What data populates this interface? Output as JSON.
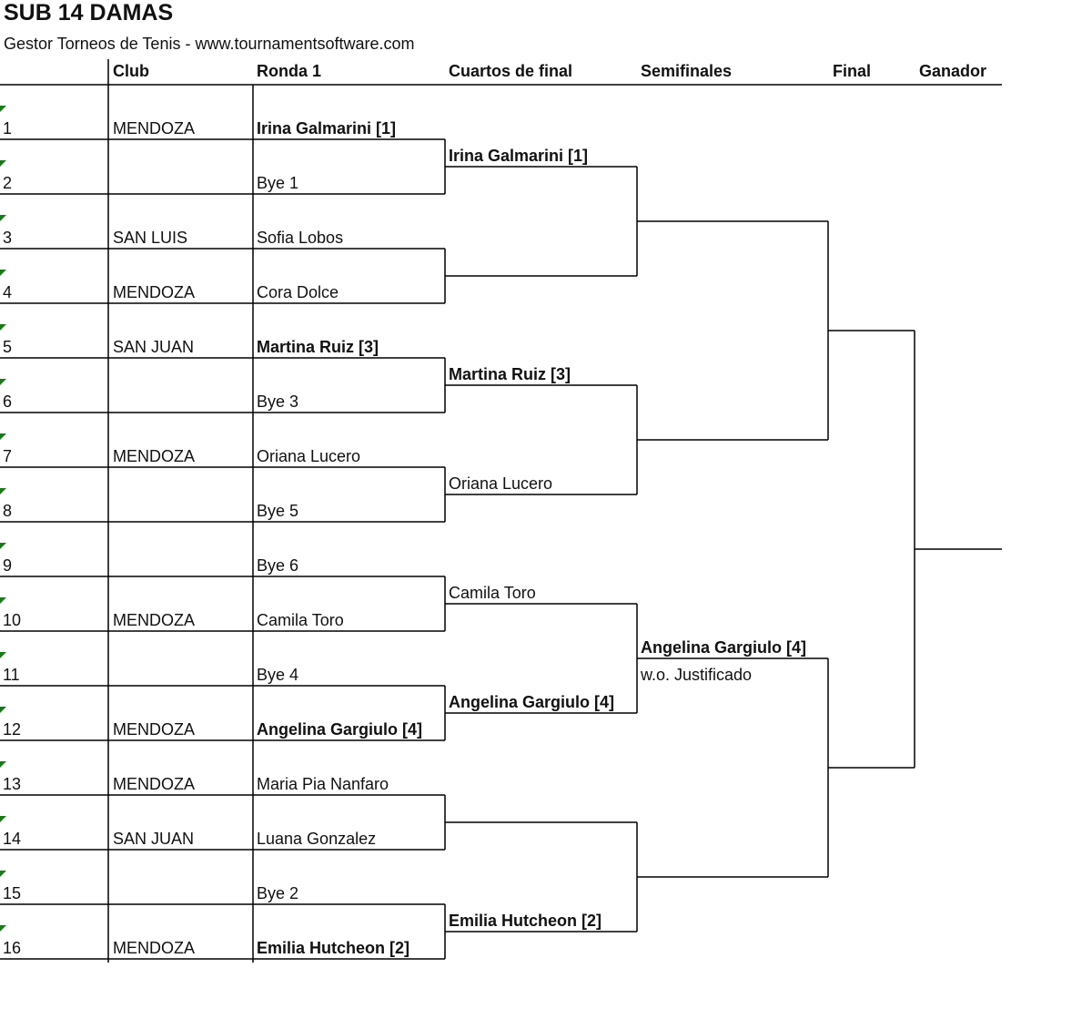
{
  "title": "SUB 14 DAMAS",
  "subtitle": "Gestor Torneos de Tenis - www.tournamentsoftware.com",
  "headers": {
    "club": "Club",
    "round1": "Ronda 1",
    "quarterfinals": "Cuartos de final",
    "semifinals": "Semifinales",
    "final": "Final",
    "winner": "Ganador"
  },
  "draw": [
    {
      "num": "1",
      "club": "MENDOZA",
      "player": "Irina Galmarini [1]",
      "bold": true
    },
    {
      "num": "2",
      "club": "",
      "player": "Bye 1",
      "bold": false
    },
    {
      "num": "3",
      "club": "SAN LUIS",
      "player": "Sofia Lobos",
      "bold": false
    },
    {
      "num": "4",
      "club": "MENDOZA",
      "player": "Cora Dolce",
      "bold": false
    },
    {
      "num": "5",
      "club": "SAN JUAN",
      "player": "Martina Ruiz [3]",
      "bold": true
    },
    {
      "num": "6",
      "club": "",
      "player": "Bye 3",
      "bold": false
    },
    {
      "num": "7",
      "club": "MENDOZA",
      "player": "Oriana Lucero",
      "bold": false
    },
    {
      "num": "8",
      "club": "",
      "player": "Bye 5",
      "bold": false
    },
    {
      "num": "9",
      "club": "",
      "player": "Bye 6",
      "bold": false
    },
    {
      "num": "10",
      "club": "MENDOZA",
      "player": "Camila Toro",
      "bold": false
    },
    {
      "num": "11",
      "club": "",
      "player": "Bye 4",
      "bold": false
    },
    {
      "num": "12",
      "club": "MENDOZA",
      "player": "Angelina Gargiulo [4]",
      "bold": true
    },
    {
      "num": "13",
      "club": "MENDOZA",
      "player": "Maria Pia Nanfaro",
      "bold": false
    },
    {
      "num": "14",
      "club": "SAN JUAN",
      "player": "Luana Gonzalez",
      "bold": false
    },
    {
      "num": "15",
      "club": "",
      "player": "Bye 2",
      "bold": false
    },
    {
      "num": "16",
      "club": "MENDOZA",
      "player": "Emilia Hutcheon [2]",
      "bold": true
    }
  ],
  "quarterfinals": [
    {
      "player": "Irina Galmarini [1]",
      "bold": true
    },
    {
      "player": "",
      "bold": false
    },
    {
      "player": "Martina Ruiz [3]",
      "bold": true
    },
    {
      "player": "Oriana Lucero",
      "bold": false
    },
    {
      "player": "Camila Toro",
      "bold": false
    },
    {
      "player": "Angelina Gargiulo [4]",
      "bold": true
    },
    {
      "player": "",
      "bold": false
    },
    {
      "player": "Emilia Hutcheon [2]",
      "bold": true
    }
  ],
  "semifinals": [
    {
      "player": "",
      "score": "",
      "bold": false
    },
    {
      "player": "",
      "score": "",
      "bold": false
    },
    {
      "player": "Angelina Gargiulo [4]",
      "score": "w.o. Justificado",
      "bold": true
    },
    {
      "player": "",
      "score": "",
      "bold": false
    }
  ],
  "final": [
    {
      "player": ""
    },
    {
      "player": ""
    }
  ],
  "winner": {
    "player": ""
  },
  "colors": {
    "marker": "#1a7a1a",
    "lines": "#000000"
  }
}
